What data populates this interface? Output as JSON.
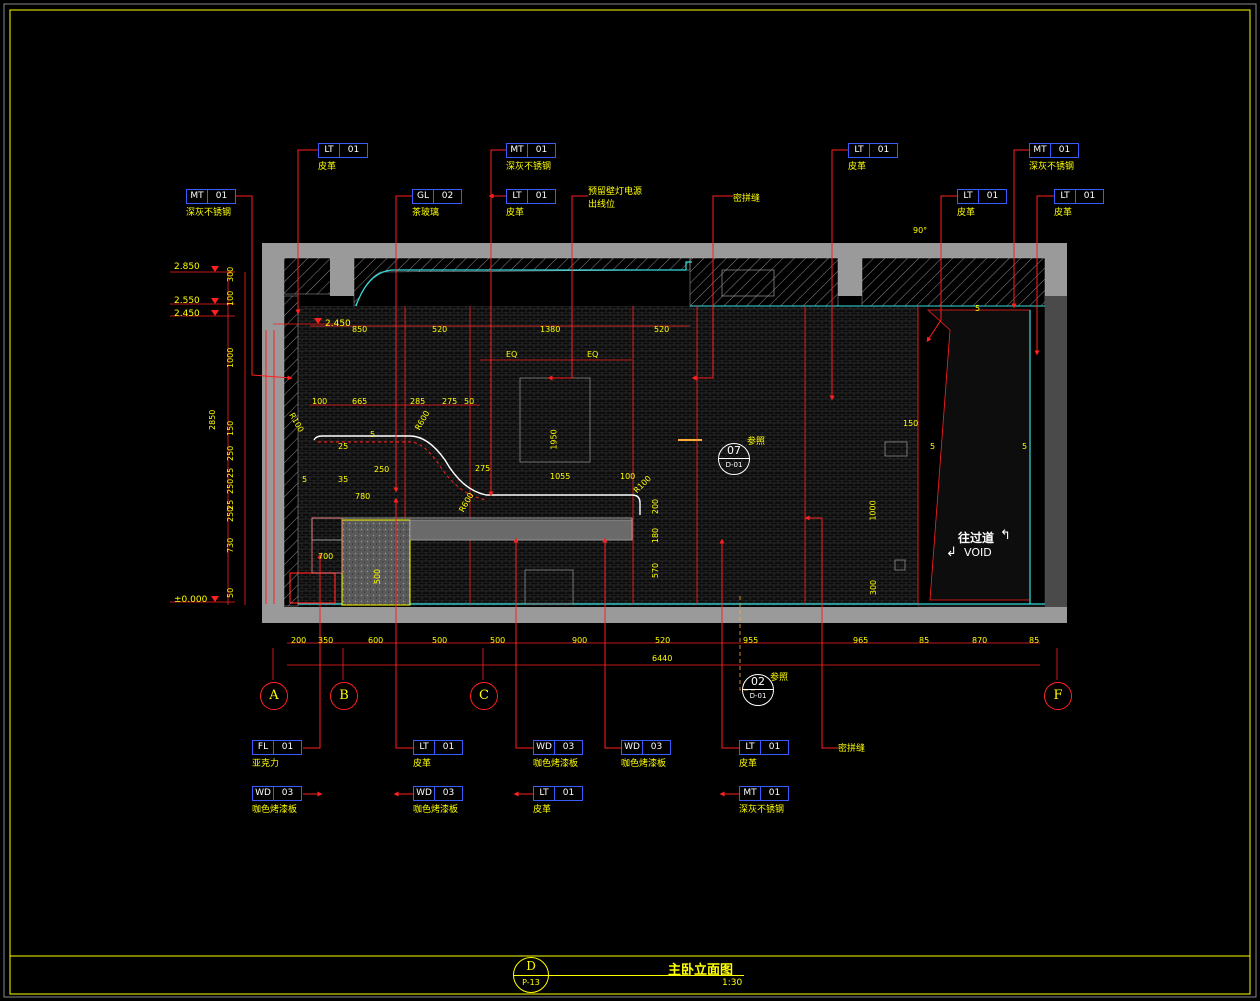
{
  "colors": {
    "background": "#000000",
    "yellow": "#ffff00",
    "red": "#ff2020",
    "blue": "#3a5cff",
    "cyan": "#33dddd",
    "white": "#ffffff",
    "gray": "#8a8a8a"
  },
  "title_block": {
    "symbol_letter": "D",
    "sheet": "P-13",
    "title": "主卧立面图",
    "scale": "1:30"
  },
  "top_tags": [
    {
      "code": "MT",
      "num": "01",
      "label": "深灰不锈钢"
    },
    {
      "code": "LT",
      "num": "01",
      "label": "皮革"
    },
    {
      "code": "GL",
      "num": "02",
      "label": "茶玻璃"
    },
    {
      "code": "MT",
      "num": "01",
      "label": "深灰不锈钢"
    },
    {
      "code": "LT",
      "num": "01",
      "label": "皮革"
    },
    {
      "code": "LT",
      "num": "01",
      "label": "皮革"
    },
    {
      "code": "LT",
      "num": "01",
      "label": "皮革"
    },
    {
      "code": "MT",
      "num": "01",
      "label": "深灰不锈钢"
    },
    {
      "code": "LT",
      "num": "01",
      "label": "皮革"
    }
  ],
  "top_notes": {
    "power_note_1": "预留壁灯电源",
    "power_note_2": "出线位",
    "seam_note": "密拼缝"
  },
  "bottom_tags": [
    {
      "code": "FL",
      "num": "01",
      "label": "亚克力"
    },
    {
      "code": "WD",
      "num": "03",
      "label": "咖色烤漆板"
    },
    {
      "code": "LT",
      "num": "01",
      "label": "皮革"
    },
    {
      "code": "WD",
      "num": "03",
      "label": "咖色烤漆板"
    },
    {
      "code": "WD",
      "num": "03",
      "label": "咖色烤漆板"
    },
    {
      "code": "LT",
      "num": "01",
      "label": "皮革"
    },
    {
      "code": "WD",
      "num": "03",
      "label": "咖色烤漆板"
    },
    {
      "code": "LT",
      "num": "01",
      "label": "皮革"
    },
    {
      "code": "MT",
      "num": "01",
      "label": "深灰不锈钢"
    }
  ],
  "bottom_notes": {
    "seam_note": "密拼缝"
  },
  "levels": [
    "2.850",
    "2.550",
    "2.450",
    "±0.000"
  ],
  "level_inner": "2.450",
  "left_dims": [
    "300",
    "100",
    "1000",
    "2850",
    "150",
    "250",
    "25",
    "250",
    "25",
    "250",
    "730",
    "50"
  ],
  "top_dims": [
    "850",
    "520",
    "1380",
    "520"
  ],
  "eq_labels": [
    "EQ",
    "EQ"
  ],
  "inner_dims": [
    "100",
    "665",
    "285",
    "275",
    "50",
    "R600",
    "R100",
    "25",
    "5",
    "250",
    "35",
    "5",
    "780",
    "275",
    "R600",
    "1055",
    "100",
    "R100",
    "1950",
    "200",
    "180",
    "570",
    "500",
    "700",
    "150",
    "1000",
    "300",
    "5",
    "5",
    "5"
  ],
  "bottom_dims": [
    "200",
    "350",
    "600",
    "500",
    "500",
    "900",
    "520",
    "955",
    "965",
    "85",
    "870",
    "85"
  ],
  "total_dim": "6440",
  "axes": [
    "A",
    "B",
    "C",
    "F"
  ],
  "callouts": [
    {
      "num": "07",
      "sheet": "D-01",
      "label": "参照"
    },
    {
      "num": "02",
      "sheet": "D-01",
      "label": "参照"
    }
  ],
  "void_label": {
    "cn": "往过道",
    "en": "VOID"
  },
  "angle_label": "90°"
}
